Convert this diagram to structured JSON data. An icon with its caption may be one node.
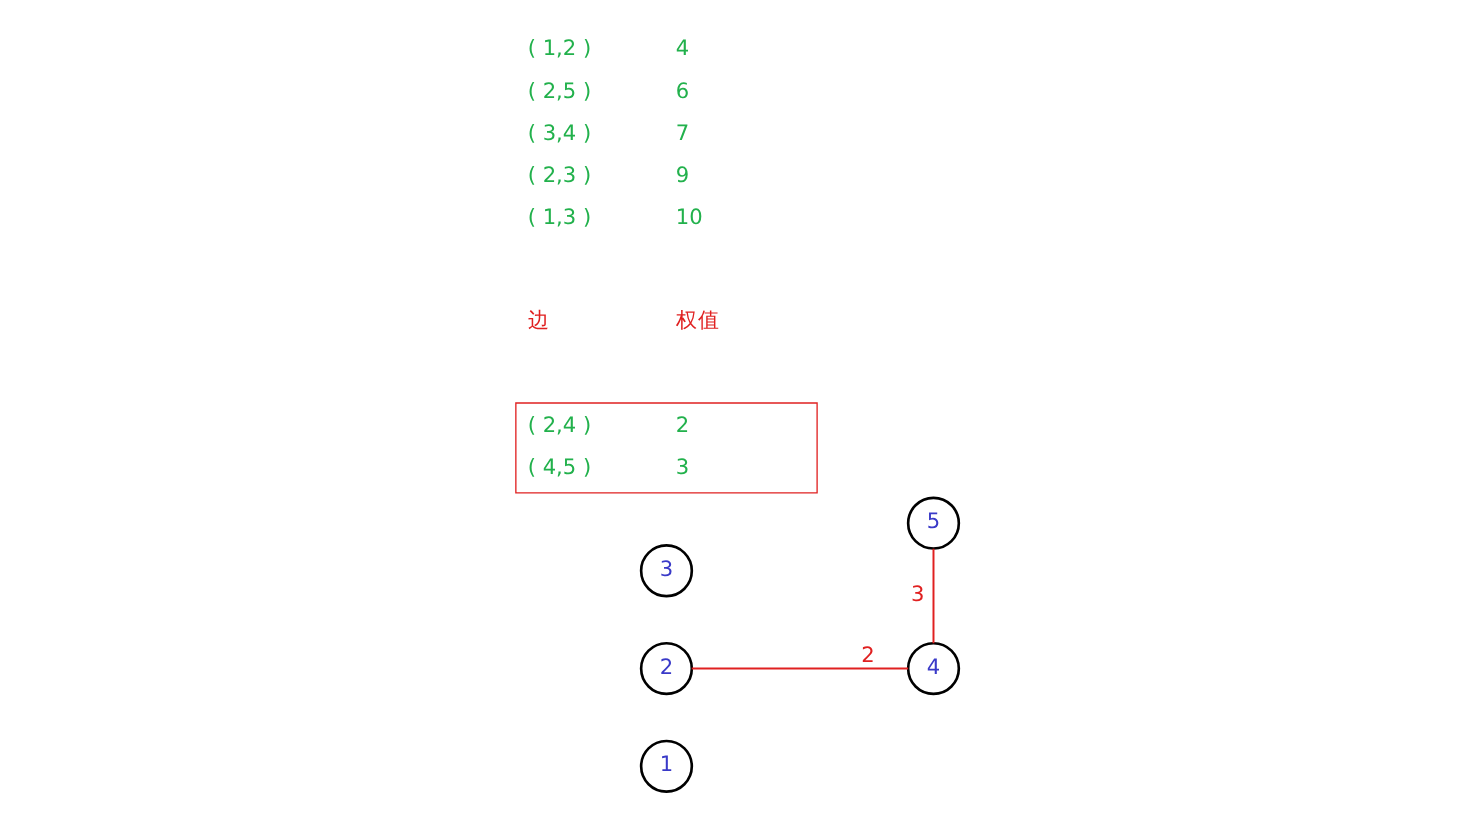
{
  "diagram": {
    "nodes": [
      {
        "text": [
          "1"
        ]
      },
      {
        "text": [
          "2"
        ]
      },
      {
        "text": [
          "3"
        ]
      },
      {
        "text": [
          "5"
        ]
      },
      {
        "text": [
          "4"
        ]
      },
      {
        "text": [
          "( 2,4 )",
          "2",
          "( 4,5 )",
          "3"
        ]
      }
    ],
    "edges": [
      {
        "from": 1,
        "to": 4,
        "arrow": "none",
        "label": "2"
      },
      {
        "from": 3,
        "to": 4,
        "arrow": "none",
        "label": "3"
      }
    ],
    "labels": [
      "边",
      "权值",
      "( 1,2 )",
      "4",
      "( 2,5 )",
      "6",
      "( 3,4 )",
      "7",
      "( 2,3 )",
      "9",
      "( 1,3 )",
      "10"
    ]
  }
}
